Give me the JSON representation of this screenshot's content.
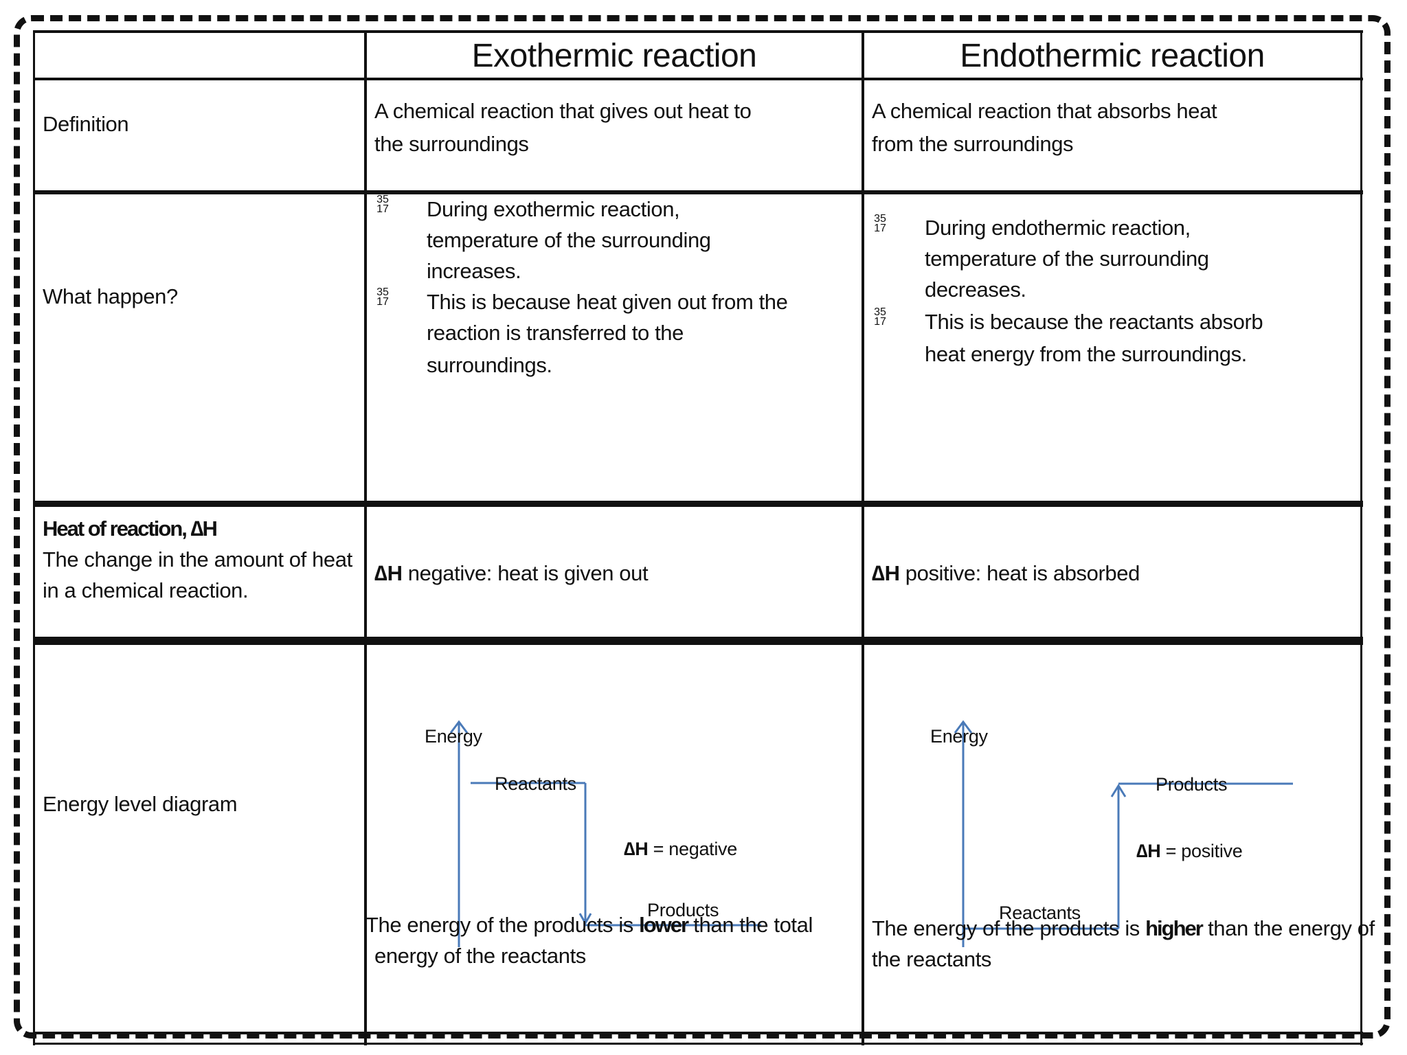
{
  "headers": {
    "exothermic": "Exothermic reaction",
    "endothermic": "Endothermic reaction"
  },
  "rows": {
    "definition": {
      "label": "Definition",
      "exo": [
        "A chemical reaction that gives out heat to",
        "the surroundings"
      ],
      "endo": [
        "A chemical reaction that absorbs heat",
        "from the surroundings"
      ]
    },
    "what_happen": {
      "label": "What happen?",
      "bullet_mark": {
        "top": "35",
        "bottom": "17"
      },
      "exo": [
        [
          "During exothermic reaction,",
          "temperature of the surrounding",
          "increases."
        ],
        [
          "This is because heat given out from  the",
          "reaction is transferred to the",
          "surroundings."
        ]
      ],
      "endo": [
        [
          "During endothermic reaction,",
          "temperature of the surrounding",
          "decreases."
        ],
        [
          "This is because the reactants absorb",
          "heat energy from the surroundings."
        ]
      ]
    },
    "heat_of_reaction": {
      "label_bold": "Heat of reaction, ∆H",
      "label_lines": [
        "The change in the amount  of heat",
        "in a chemical  reaction."
      ],
      "exo_symbol": "∆H",
      "exo_text": " negative: heat is given out",
      "endo_symbol": "∆H",
      "endo_text": " positive: heat is absorbed"
    },
    "energy_level": {
      "label": "Energy level diagram",
      "exo": {
        "axis_label": "Energy",
        "reactants": "Reactants",
        "products": "Products",
        "dh_symbol": "∆H",
        "dh_text": " = negative",
        "caption_pre": "The energy of the products is ",
        "caption_bold": "lower",
        "caption_post": " than  the total",
        "caption_line2": "energy of the reactants"
      },
      "endo": {
        "axis_label": "Energy",
        "reactants": "Reactants",
        "products": "Products",
        "dh_symbol": "∆H",
        "dh_text": " = positive",
        "caption_pre": "The energy of the products is ",
        "caption_bold": "higher",
        "caption_post": " than  the energy of",
        "caption_line2": "the reactants"
      }
    }
  },
  "colors": {
    "diagram_line": "#4a7ab8",
    "border": "#111111"
  }
}
